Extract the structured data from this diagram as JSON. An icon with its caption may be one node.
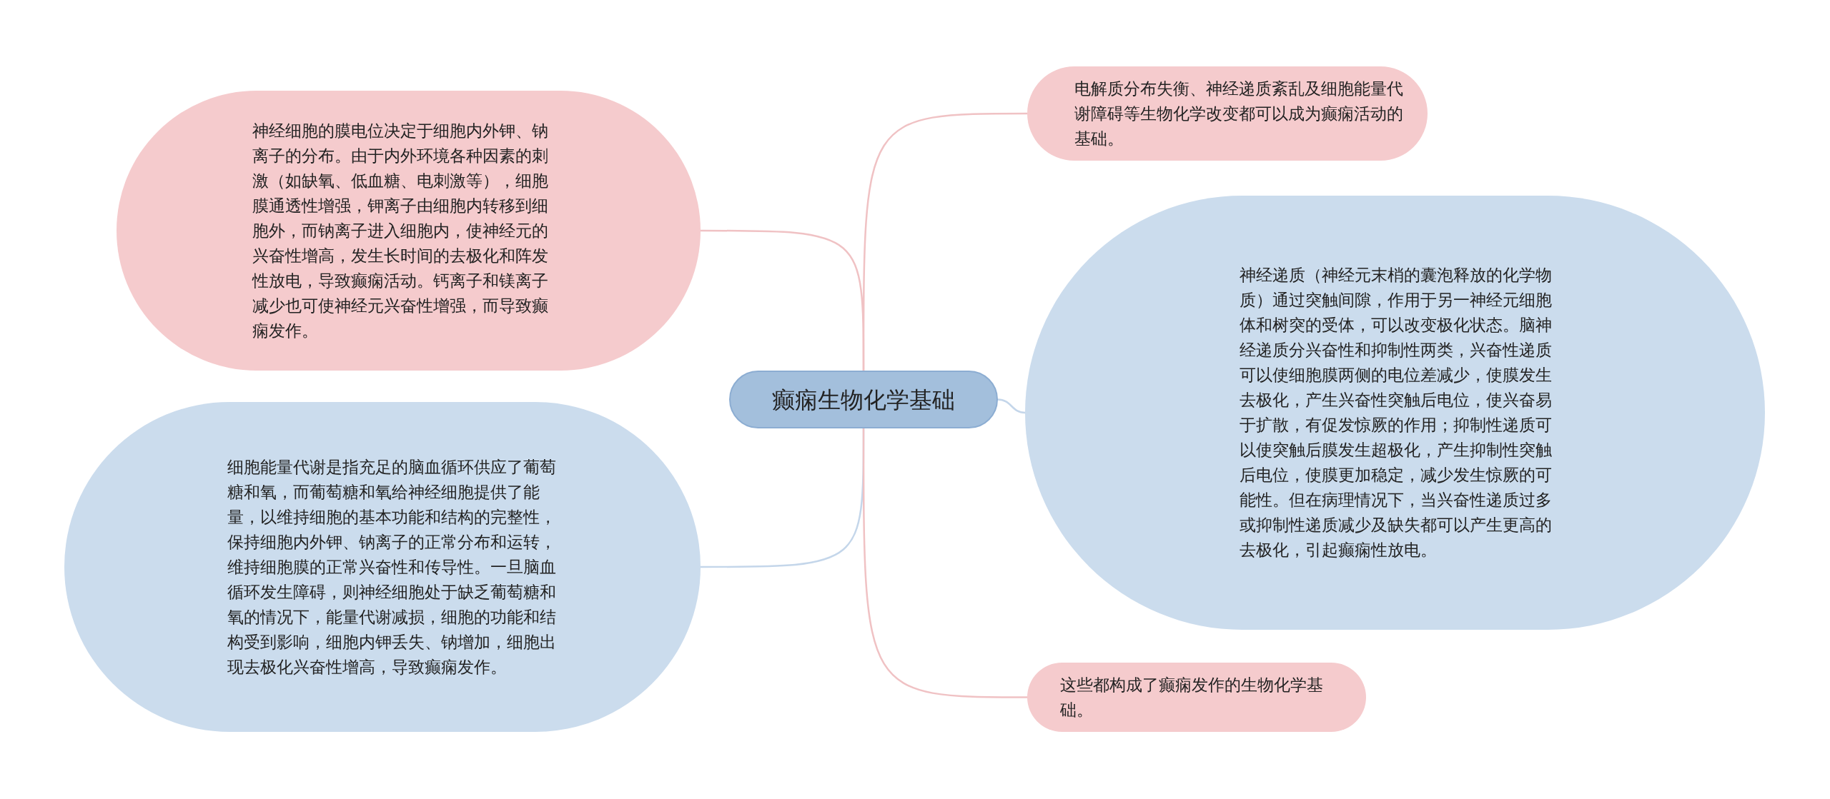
{
  "diagram": {
    "nodes": [
      {
        "text": [
          "癫痫生物化学基础"
        ]
      },
      {
        "text": [
          "神经细胞的膜电位决定于细胞内外钾、钠离子的分布。由于内外环境各种因素的刺激（如缺氧、低血糖、电刺激等），细胞膜通透性增强，钾离子由细胞内转移到细胞外，而钠离子进入细胞内，使神经元的兴奋性增高，发生长时间的去极化和阵发性放电，导致癫痫活动。钙离子和镁离子减少也可使神经元兴奋性增强，而导致癫痫发作。"
        ]
      },
      {
        "text": [
          "细胞能量代谢是指充足的脑血循环供应了葡萄糖和氧，而葡萄糖和氧给神经细胞提供了能量，以维持细胞的基本功能和结构的完整性，保持细胞内外钾、钠离子的正常分布和运转，维持细胞膜的正常兴奋性和传导性。一旦脑血循环发生障碍，则神经细胞处于缺乏葡萄糖和氧的情况下，能量代谢减损，细胞的功能和结构受到影响，细胞内钾丢失、钠增加，细胞出现去极化兴奋性增高，导致癫痫发作。"
        ]
      },
      {
        "text": [
          "电解质分布失衡、神经递质紊乱及细胞能量代谢障碍等生物化学改变都可以成为癫痫活动的基础。"
        ]
      },
      {
        "text": [
          "神经递质（神经元末梢的囊泡释放的化学物质）通过突触间隙，作用于另一神经元细胞体和树突的受体，可以改变极化状态。脑神经递质分兴奋性和抑制性两类，兴奋性递质可以使细胞膜两侧的电位差减少，使膜发生去极化，产生兴奋性突触后电位，使兴奋易于扩散，有促发惊厥的作用；抑制性递质可以使突触后膜发生超极化，产生抑制性突触后电位，使膜更加稳定，减少发生惊厥的可能性。但在病理情况下，当兴奋性递质过多或抑制性递质减少及缺失都可以产生更高的去极化，引起癫痫性放电。"
        ]
      },
      {
        "text": [
          "这些都构成了癫痫发作的生物化学基础。"
        ]
      }
    ],
    "edges": [
      {
        "from": 0,
        "to": 1,
        "arrow": "none",
        "color": "#f0c2c4"
      },
      {
        "from": 0,
        "to": 2,
        "arrow": "none",
        "color": "#c4d6ea"
      },
      {
        "from": 0,
        "to": 3,
        "arrow": "none",
        "color": "#f0c2c4"
      },
      {
        "from": 0,
        "to": 4,
        "arrow": "none",
        "color": "#c4d6ea"
      },
      {
        "from": 0,
        "to": 5,
        "arrow": "none",
        "color": "#f0c2c4"
      }
    ]
  }
}
